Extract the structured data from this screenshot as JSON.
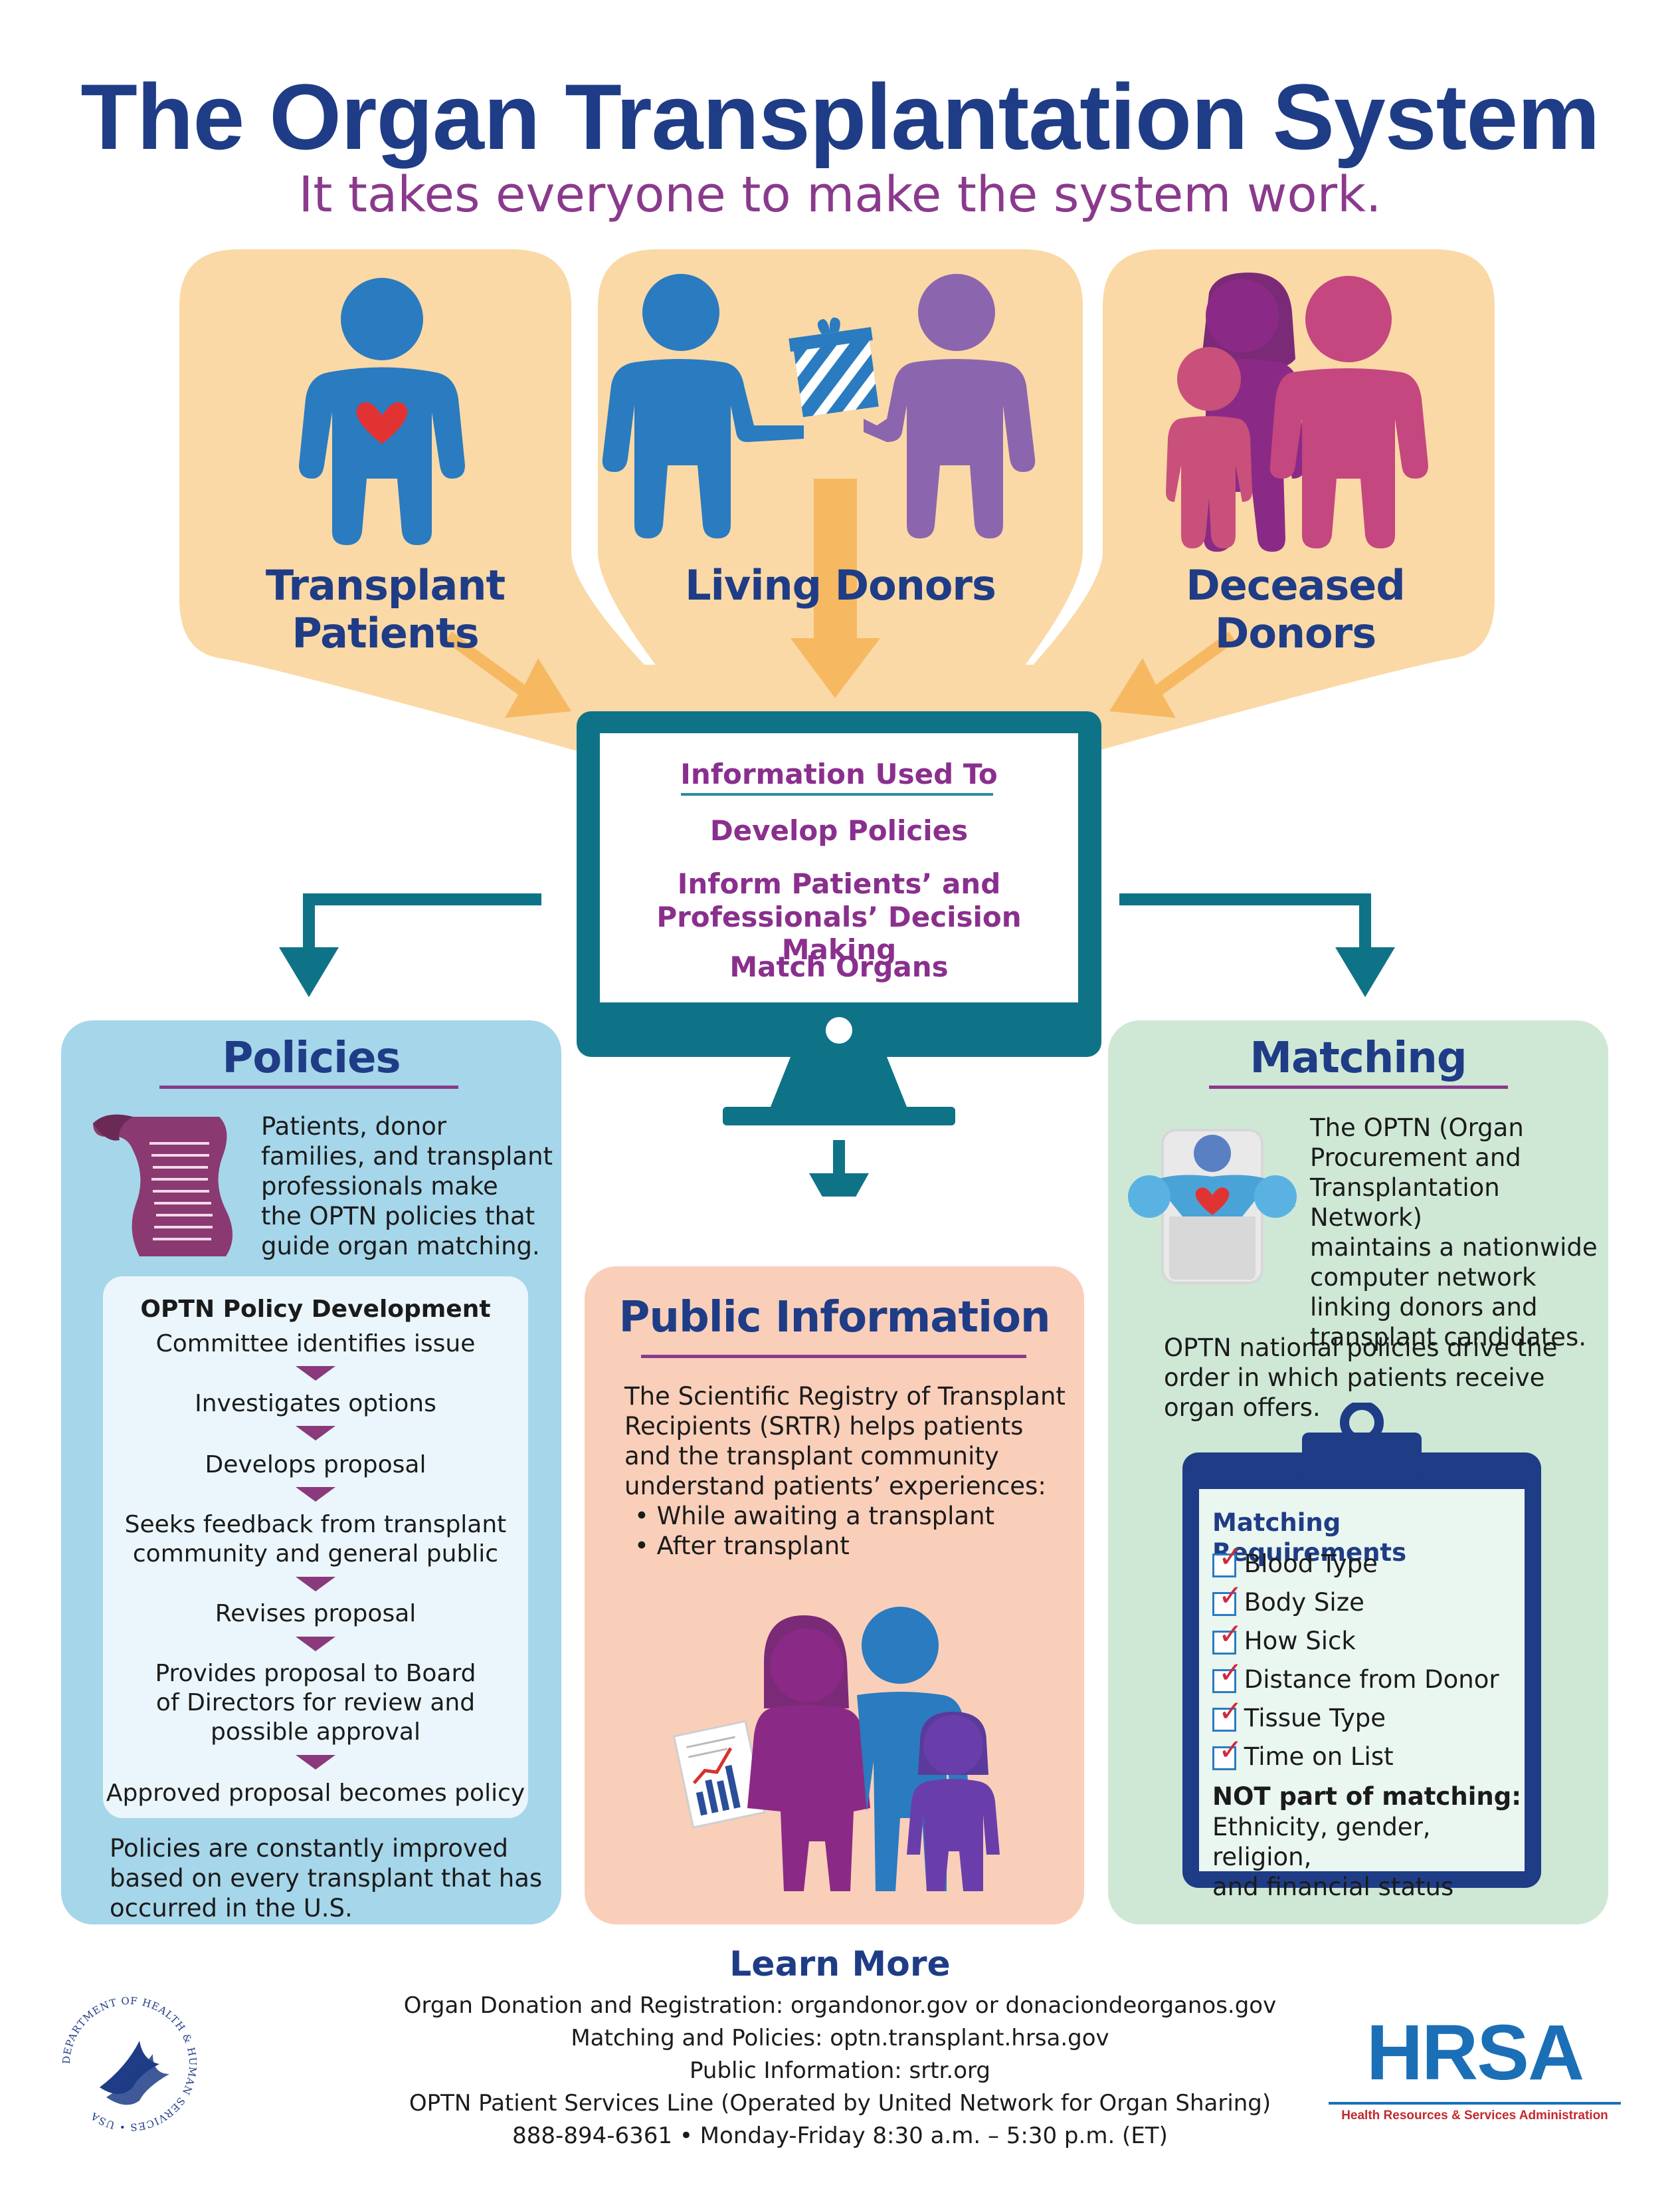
{
  "header": {
    "title": "The Organ Transplantation System",
    "subtitle": "It takes everyone to make the system work."
  },
  "groups": [
    {
      "label_line1": "Transplant",
      "label_line2": "Patients",
      "icon": "patient-with-heart-icon"
    },
    {
      "label_line1": "Living Donors",
      "label_line2": "",
      "icon": "gift-exchange-icon"
    },
    {
      "label_line1": "Deceased",
      "label_line2": "Donors",
      "icon": "family-icon"
    }
  ],
  "monitor": {
    "heading": "Information Used To",
    "items": [
      "Develop Policies",
      "Inform Patients’ and",
      "Professionals’ Decision Making",
      "Match Organs"
    ]
  },
  "policies": {
    "title": "Policies",
    "intro": [
      "Patients, donor",
      "families, and transplant",
      "professionals make",
      "the OPTN policies that",
      "guide organ matching."
    ],
    "process_title": "OPTN Policy Development",
    "steps": [
      "Committee identifies issue",
      "Investigates options",
      "Develops proposal",
      "Seeks feedback from transplant",
      "community and general public",
      "Revises proposal",
      "Provides proposal to Board",
      "of Directors for review and",
      "possible approval",
      "Approved proposal becomes policy"
    ],
    "closing": [
      "Policies are constantly improved",
      "based on every transplant that has",
      "occurred in the U.S."
    ]
  },
  "public_info": {
    "title": "Public Information",
    "text": [
      "The Scientific Registry of Transplant",
      "Recipients (SRTR) helps patients",
      "and the transplant community",
      "understand patients’ experiences:"
    ],
    "bullets": [
      "While awaiting a transplant",
      "After transplant"
    ]
  },
  "matching": {
    "title": "Matching",
    "text": [
      "The OPTN (Organ",
      "Procurement and",
      "Transplantation Network)",
      "maintains a nationwide",
      "computer network",
      "linking donors and",
      "transplant candidates."
    ],
    "text2": [
      "OPTN national policies drive the",
      "order in which patients receive",
      "organ offers."
    ],
    "requirements_title": "Matching Requirements",
    "requirements": [
      "Blood Type",
      "Body Size",
      "How Sick",
      "Distance from Donor",
      "Tissue Type",
      "Time on List"
    ],
    "not_title": "NOT part of matching:",
    "not_text": [
      "Ethnicity, gender, religion,",
      "and financial status"
    ]
  },
  "footer": {
    "title": "Learn More",
    "lines": [
      "Organ Donation and Registration: organdonor.gov or donaciondeorganos.gov",
      "Matching and Policies: optn.transplant.hrsa.gov",
      "Public Information: srtr.org",
      "OPTN Patient Services Line (Operated by United Network for Organ Sharing)",
      "888-894-6361 • Monday-Friday 8:30 a.m. – 5:30 p.m. (ET)"
    ],
    "hhs_seal_text": "DEPARTMENT OF HEALTH & HUMAN SERVICES • USA",
    "hrsa_logo": "HRSA",
    "hrsa_tagline": "Health Resources & Services Administration"
  },
  "colors": {
    "navy": "#1f3c86",
    "purple": "#8a3a8c",
    "teal": "#0f7388",
    "peach": "#fad9a6",
    "policies_bg": "#a6d6ea",
    "public_bg": "#f9cfba",
    "matching_bg": "#cfe8d6",
    "hrsa_blue": "#1b6fb6",
    "hrsa_red": "#c6282d"
  }
}
